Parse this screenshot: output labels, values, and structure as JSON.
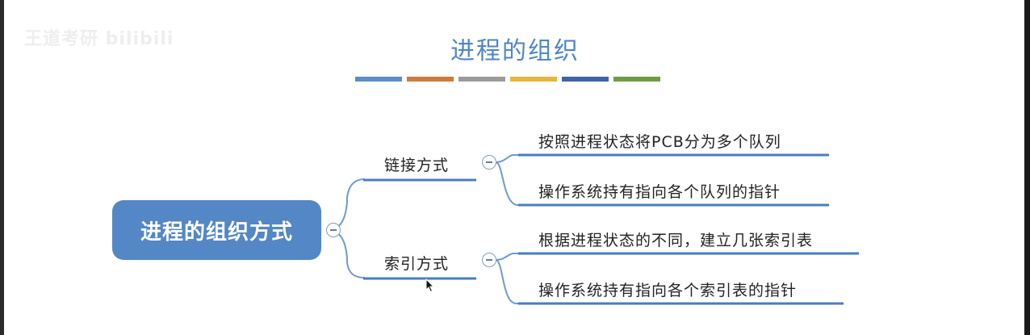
{
  "watermark": "王道考研 bilibili",
  "title": "进程的组织",
  "color_bars": [
    "#5b8dc9",
    "#cf7b3e",
    "#9b9b9b",
    "#e7b53c",
    "#3f63a8",
    "#6f9a46"
  ],
  "colors": {
    "node_blue": "#5487c5",
    "line_blue": "#6f9bd0",
    "underline": "#4a7cc0"
  },
  "root": {
    "label": "进程的组织方式"
  },
  "branches": [
    {
      "label": "链接方式",
      "children": [
        "按照进程状态将PCB分为多个队列",
        "操作系统持有指向各个队列的指针"
      ]
    },
    {
      "label": "索引方式",
      "children": [
        "根据进程状态的不同，建立几张索引表",
        "操作系统持有指向各个索引表的指针"
      ]
    }
  ]
}
